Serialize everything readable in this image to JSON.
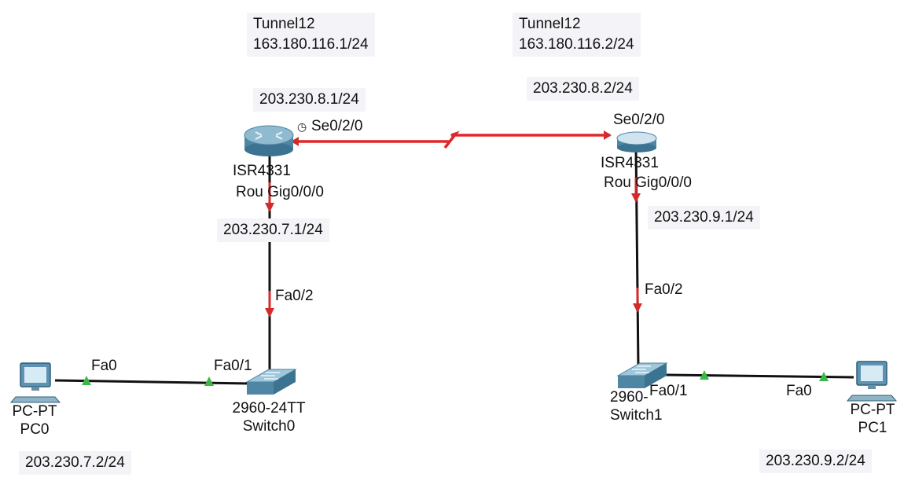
{
  "notes": {
    "r0_tunnel_name": "Tunnel12",
    "r0_tunnel_ip": "163.180.116.1/24",
    "r1_tunnel_name": "Tunnel12",
    "r1_tunnel_ip": "163.180.116.2/24",
    "r0_serial_ip": "203.230.8.1/24",
    "r1_serial_ip": "203.230.8.2/24",
    "r0_gig_ip": "203.230.7.1/24",
    "r1_gig_ip": "203.230.9.1/24",
    "pc0_ip": "203.230.7.2/24",
    "pc1_ip": "203.230.9.2/24"
  },
  "ports": {
    "r0_se": "Se0/2/0",
    "r1_se": "Se0/2/0",
    "r0_gig": "Rou Gig0/0/0",
    "r1_gig": "Rou Gig0/0/0",
    "sw0_fa02": "Fa0/2",
    "sw1_fa02": "Fa0/2",
    "sw0_fa01": "Fa0/1",
    "sw1_fa01": "Fa0/1",
    "pc0_fa0": "Fa0",
    "pc1_fa0": "Fa0",
    "clock_glyph": "◷"
  },
  "devices": {
    "router0": {
      "model": "ISR4331"
    },
    "router1": {
      "model": "ISR4331"
    },
    "switch0": {
      "model": "2960-24TT",
      "name": "Switch0"
    },
    "switch1": {
      "model": "2960-",
      "name": "Switch1"
    },
    "pc0": {
      "model": "PC-PT",
      "name": "PC0"
    },
    "pc1": {
      "model": "PC-PT",
      "name": "PC1"
    }
  },
  "colors": {
    "serial_link": "#e0262a",
    "ethernet_link": "#111111",
    "link_down": "#d42a2a",
    "link_up": "#3cb84a",
    "note_bg": "#f4f4f8"
  }
}
